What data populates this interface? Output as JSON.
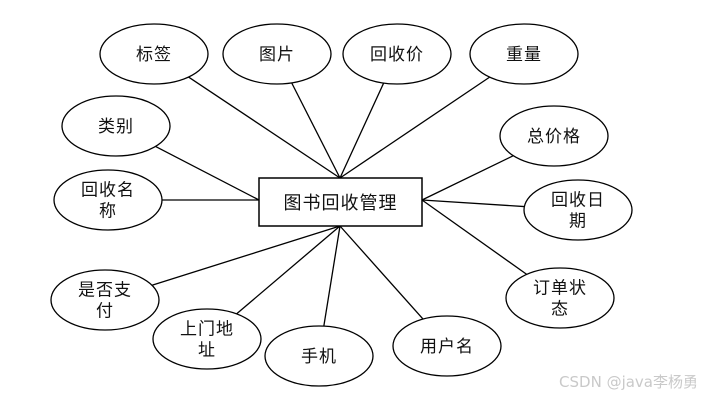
{
  "diagram": {
    "entity": {
      "label": "图书回收管理"
    },
    "attributes": [
      {
        "id": "tag",
        "lines": [
          "标签"
        ]
      },
      {
        "id": "image",
        "lines": [
          "图片"
        ]
      },
      {
        "id": "price",
        "lines": [
          "回收价"
        ]
      },
      {
        "id": "weight",
        "lines": [
          "重量"
        ]
      },
      {
        "id": "category",
        "lines": [
          "类别"
        ]
      },
      {
        "id": "total",
        "lines": [
          "总价格"
        ]
      },
      {
        "id": "name",
        "lines": [
          "回收名",
          "称"
        ]
      },
      {
        "id": "date",
        "lines": [
          "回收日",
          "期"
        ]
      },
      {
        "id": "paid",
        "lines": [
          "是否支",
          "付"
        ]
      },
      {
        "id": "status",
        "lines": [
          "订单状",
          "态"
        ]
      },
      {
        "id": "address",
        "lines": [
          "上门地",
          "址"
        ]
      },
      {
        "id": "phone",
        "lines": [
          "手机"
        ]
      },
      {
        "id": "username",
        "lines": [
          "用户名"
        ]
      }
    ],
    "colors": {
      "stroke": "#000000",
      "entity_fill": "#ffffff",
      "ellipse_fill": "#ffffff",
      "watermark": "#c9c9c9"
    }
  },
  "watermark": {
    "text": "CSDN @java李杨勇"
  }
}
